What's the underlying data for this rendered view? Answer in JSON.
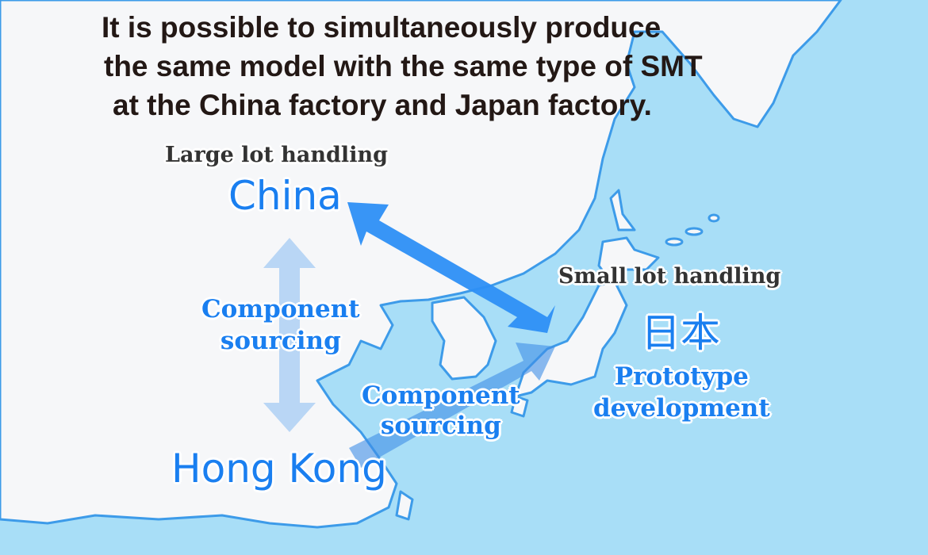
{
  "headline": [
    "It is possible to simultaneously produce",
    "the same model with the same type of SMT",
    "at the China factory and Japan factory."
  ],
  "china": {
    "note": "Large lot handling",
    "name": "China"
  },
  "japan": {
    "note": "Small lot handling",
    "name": "日本",
    "role_line1": "Prototype",
    "role_line2": "development"
  },
  "hongkong": {
    "name": "Hong Kong"
  },
  "sourcing_left": {
    "line1": "Component",
    "line2": "sourcing"
  },
  "sourcing_right": {
    "line1": "Component",
    "line2": "sourcing"
  },
  "colors": {
    "sea": "#a8def7",
    "land": "#f6f7f9",
    "coast": "#3d9be9",
    "accent": "#1a7ff0"
  }
}
